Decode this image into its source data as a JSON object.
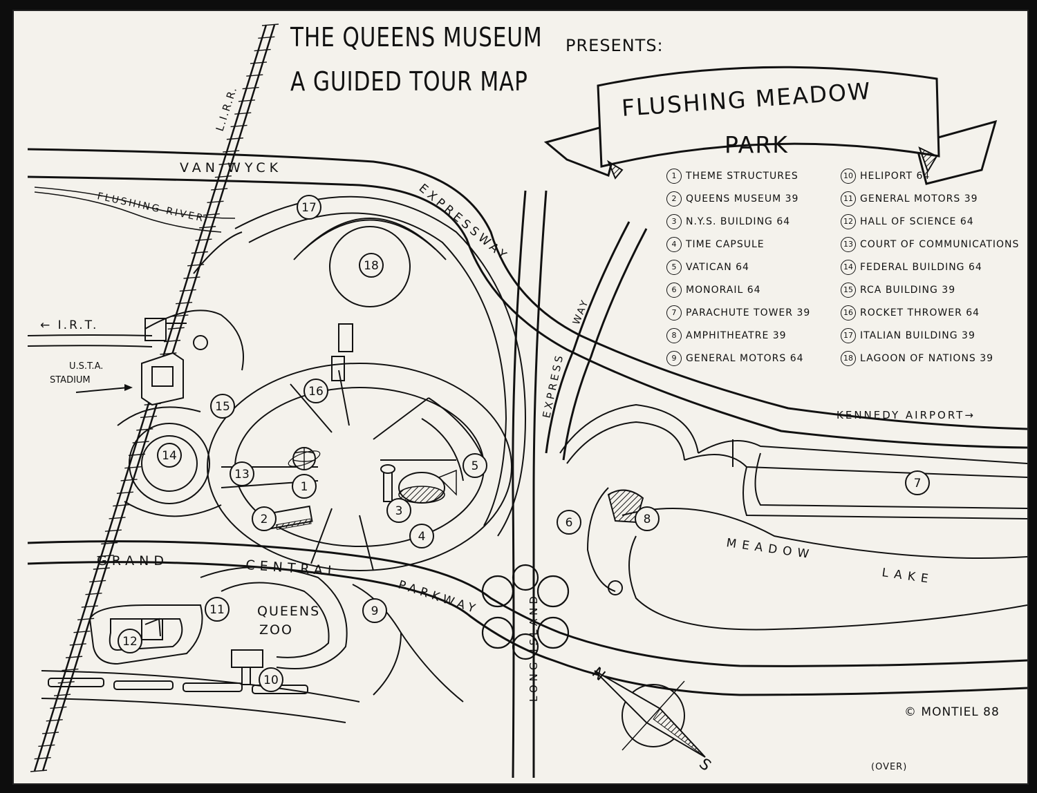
{
  "header": {
    "line1": "THE QUEENS MUSEUM",
    "line1b": "PRESENTS:",
    "line2": "A GUIDED TOUR MAP"
  },
  "banner": {
    "line1": "FLUSHING MEADOW",
    "line2": "PARK"
  },
  "legend": {
    "left": [
      {
        "num": "1",
        "label": "THEME STRUCTURES"
      },
      {
        "num": "2",
        "label": "QUEENS MUSEUM 39"
      },
      {
        "num": "3",
        "label": "N.Y.S. BUILDING 64"
      },
      {
        "num": "4",
        "label": "TIME CAPSULE"
      },
      {
        "num": "5",
        "label": "VATICAN 64"
      },
      {
        "num": "6",
        "label": "MONORAIL 64"
      },
      {
        "num": "7",
        "label": "PARACHUTE TOWER 39"
      },
      {
        "num": "8",
        "label": "AMPHITHEATRE 39"
      },
      {
        "num": "9",
        "label": "GENERAL MOTORS 64"
      }
    ],
    "right": [
      {
        "num": "10",
        "label": "HELIPORT 64"
      },
      {
        "num": "11",
        "label": "GENERAL MOTORS 39"
      },
      {
        "num": "12",
        "label": "HALL OF SCIENCE 64"
      },
      {
        "num": "13",
        "label": "COURT OF COMMUNICATIONS"
      },
      {
        "num": "14",
        "label": "FEDERAL BUILDING 64"
      },
      {
        "num": "15",
        "label": "RCA BUILDING 39"
      },
      {
        "num": "16",
        "label": "ROCKET THROWER 64"
      },
      {
        "num": "17",
        "label": "ITALIAN BUILDING 39"
      },
      {
        "num": "18",
        "label": "LAGOON OF NATIONS 39"
      }
    ]
  },
  "map_labels": {
    "lirr": "L.I.R.R.",
    "van_wyck": "VAN WYCK",
    "expressway": "EXPRESSWAY",
    "way": "WAY",
    "flushing_river": "FLUSHING RIVER",
    "irt": "← I.R.T.",
    "usta1": "U.S.T.A.",
    "usta2": "STADIUM",
    "kennedy": "KENNEDY AIRPORT→",
    "express": "EXPRESS",
    "grand": "GRAND",
    "central": "CENTRAL",
    "parkway": "PARKWAY",
    "long_island": "LONG ISLAND",
    "queens_zoo1": "QUEENS",
    "queens_zoo2": "ZOO",
    "meadow": "MEADOW",
    "lake": "LAKE",
    "north": "N",
    "south": "S",
    "credit": "© MONTIEL 88",
    "over": "(OVER)"
  },
  "markers": [
    "1",
    "2",
    "3",
    "4",
    "5",
    "6",
    "7",
    "8",
    "9",
    "10",
    "11",
    "12",
    "13",
    "14",
    "15",
    "16",
    "17",
    "18"
  ],
  "colors": {
    "ink": "#111111",
    "paper": "#f4f2ec",
    "frame": "#0d0d0d"
  }
}
